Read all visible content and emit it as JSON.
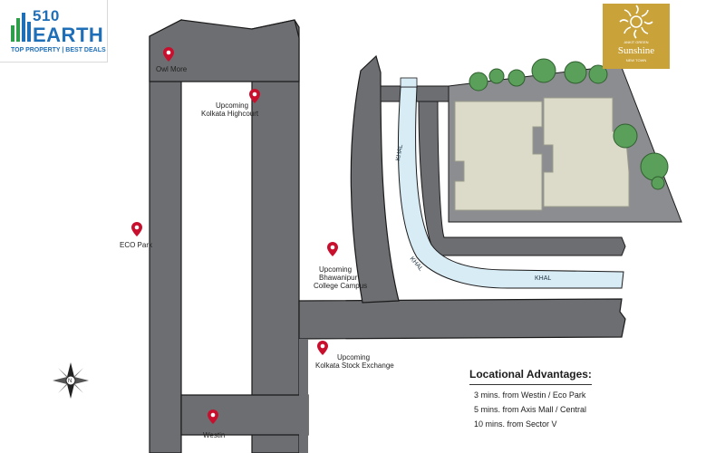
{
  "logo": {
    "number": "510",
    "name": "EARTH",
    "tagline": "TOP PROPERTY | BEST DEALS"
  },
  "project_logo": {
    "pre": "ANKIT GREEN",
    "name": "Sunshine",
    "sub": "NEW TOWN"
  },
  "landmarks": {
    "owl_more": "Owl More",
    "highcourt_1": "Upcoming",
    "highcourt_2": "Kolkata Highcourt",
    "eco_park": "ECO Park",
    "bhawanipur_1": "Upcoming",
    "bhawanipur_2": "Bhawanipur",
    "bhawanipur_3": "College Campus",
    "stock_1": "Upcoming",
    "stock_2": "Kolkata Stock Exchange",
    "westin": "Westin"
  },
  "canals": {
    "khal_1": "KHAL",
    "khal_2": "KHAL",
    "khal_3": "KHAL"
  },
  "compass": {
    "north": "N"
  },
  "advantages": {
    "title": "Locational Advantages:",
    "items": [
      "3 mins. from Westin / Eco Park",
      "5 mins. from Axis Mall / Central",
      "10 mins. from Sector V"
    ]
  },
  "colors": {
    "road": "#6d6e71",
    "canal": "#d8ecf6",
    "building": "#dcdbca",
    "pin": "#c8102e",
    "tree": "#5aa05a"
  }
}
